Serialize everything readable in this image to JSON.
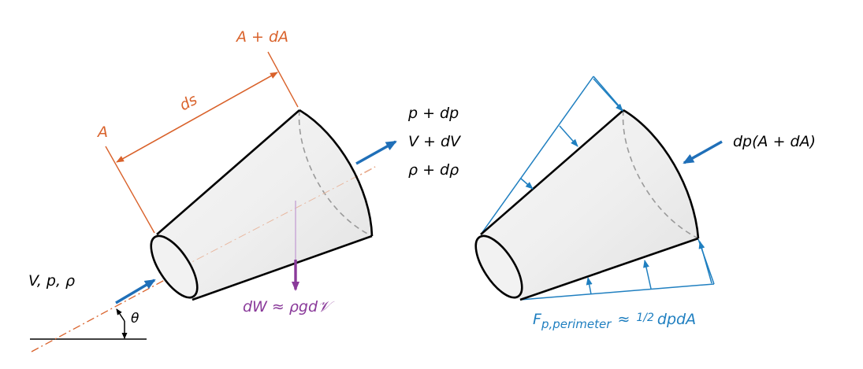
{
  "left_figure": {
    "labels": {
      "area_in": "A",
      "area_out": "A + dA",
      "length": "ds",
      "inlet_state": "V,  p,  ρ",
      "angle": "θ",
      "weight": "dW ≈ ρgd𝒱",
      "outlet_p": "p + dp",
      "outlet_v": "V + dV",
      "outlet_rho": "ρ + dρ"
    }
  },
  "right_figure": {
    "labels": {
      "end_force": "dp(A + dA)",
      "perimeter_force_main": "F",
      "perimeter_force_sub": "p,perimeter",
      "perimeter_force_approx": "≈",
      "perimeter_force_half": "1/2",
      "perimeter_force_rest": "dpdA"
    }
  },
  "colors": {
    "dimension": "#d9622b",
    "velocity_arrow": "#1f6fb8",
    "weight": "#8a3a9a",
    "pressure": "#1f7fc0",
    "outline": "#000000",
    "hidden_edge": "#9a9a9a"
  }
}
